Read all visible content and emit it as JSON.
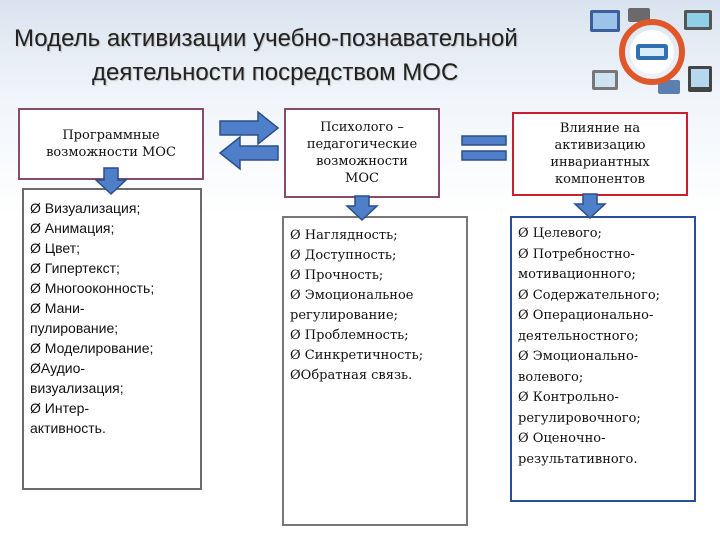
{
  "title": {
    "line1": "Модель активизации учебно-познавательной",
    "line2": "деятельности посредством МОС"
  },
  "boxes": [
    {
      "heading": [
        "Программные",
        "возможности МОС"
      ],
      "items": [
        "Ø Визуализация;",
        "Ø Анимация;",
        "Ø Цвет;",
        "Ø Гипертекст;",
        "Ø Многооконность;",
        "Ø Мани-",
        "пулирование;",
        "Ø Моделирование;",
        "ØАудио-",
        "визуализация;",
        "Ø Интер-",
        "активность."
      ]
    },
    {
      "heading": [
        "Психолого –",
        "педагогические",
        "возможности",
        "МОС"
      ],
      "items": [
        "Ø Наглядность;",
        "Ø Доступность;",
        "Ø Прочность;",
        "Ø Эмоциональное",
        "регулирование;",
        "Ø Проблемность;",
        "Ø Синкретичность;",
        "ØОбратная связь."
      ]
    },
    {
      "heading": [
        "Влияние на",
        "активизацию",
        "инвариантных",
        "компонентов"
      ],
      "items": [
        "Ø Целевого;",
        "Ø Потребностно-",
        "мотивационного;",
        "Ø Содержательного;",
        "Ø Операционально-",
        "деятельностного;",
        "Ø Эмоционально-",
        "волевого;",
        "Ø Контрольно-",
        "регулировочного;",
        "Ø Оценочно-",
        "результативного."
      ]
    }
  ],
  "colors": {
    "arrow_fill": "#4f7fc8",
    "arrow_stroke": "#2b4f8a",
    "box1_border": "#8a4b6a",
    "box3_border": "#c8202c",
    "list3_border": "#2a4f9a"
  }
}
